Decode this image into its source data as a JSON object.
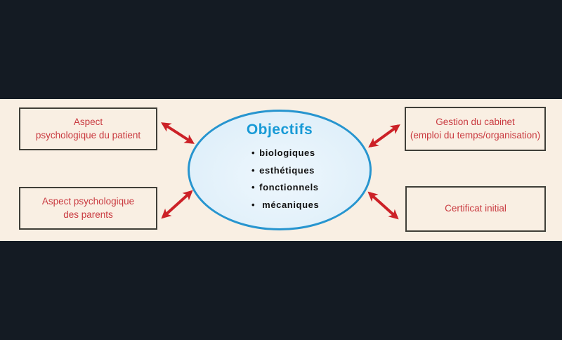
{
  "colors": {
    "background_dark": "#141b23",
    "band_cream": "#f9efe3",
    "ellipse_fill": "#e3f1fb",
    "ellipse_border": "#2795cf",
    "title_blue": "#189ad6",
    "box_border": "#403f38",
    "box_text_red": "#c9393f",
    "arrow_red": "#cc2127",
    "list_text_black": "#121212"
  },
  "diagram": {
    "center": {
      "title": "Objectifs",
      "bullet": "•",
      "items": [
        "biologiques",
        "esthétiques",
        "fonctionnels",
        "mécaniques"
      ]
    },
    "boxes": [
      {
        "id": "aspect-psychologique-patient",
        "lines": [
          "Aspect",
          "psychologique du patient"
        ]
      },
      {
        "id": "aspect-psychologique-parents",
        "lines": [
          "Aspect psychologique",
          "des parents"
        ]
      },
      {
        "id": "gestion-cabinet",
        "lines": [
          "Gestion du cabinet",
          "(emploi du temps/organisation)"
        ]
      },
      {
        "id": "certificat-initial",
        "lines": [
          "Certificat initial"
        ]
      }
    ],
    "connections": [
      {
        "from": "aspect-psychologique-patient",
        "to": "objectifs",
        "style": "double-arrow"
      },
      {
        "from": "aspect-psychologique-parents",
        "to": "objectifs",
        "style": "double-arrow"
      },
      {
        "from": "gestion-cabinet",
        "to": "objectifs",
        "style": "double-arrow"
      },
      {
        "from": "certificat-initial",
        "to": "objectifs",
        "style": "double-arrow"
      }
    ]
  }
}
